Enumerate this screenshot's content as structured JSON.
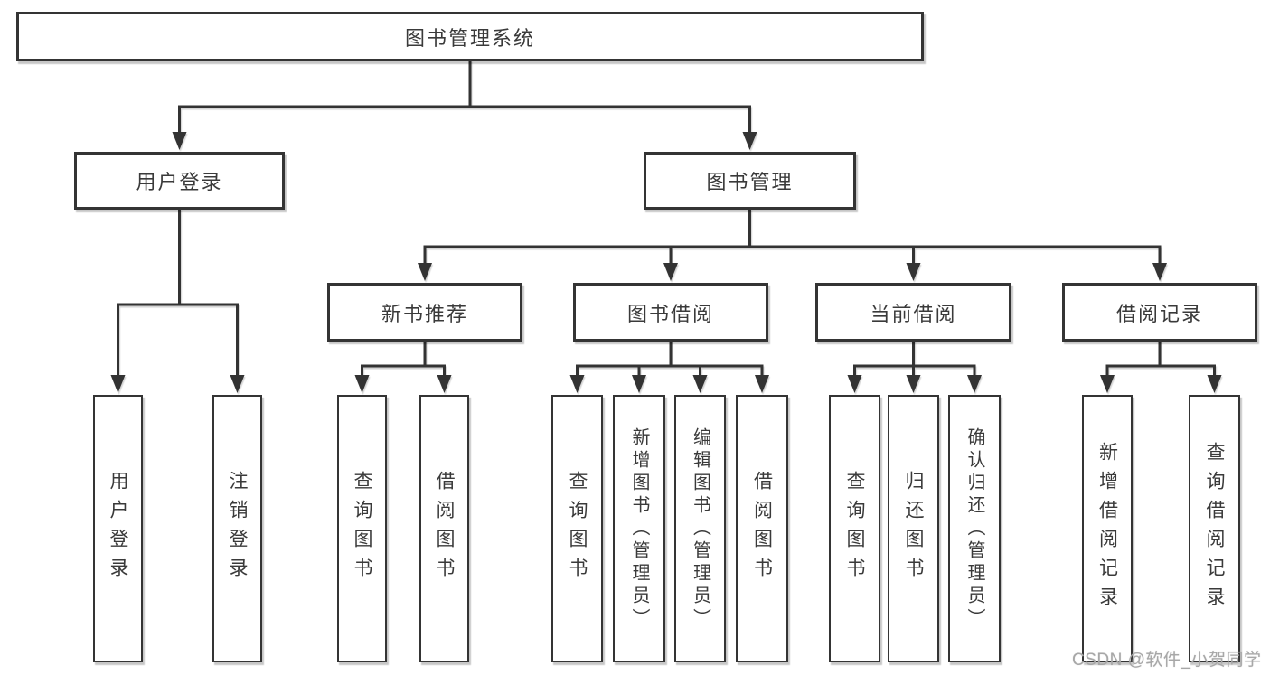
{
  "diagram": {
    "root": {
      "label": "图书管理系统"
    },
    "children": [
      {
        "label": "用户登录",
        "children": [
          {
            "label": "用户登录"
          },
          {
            "label": "注销登录"
          }
        ]
      },
      {
        "label": "图书管理",
        "children": [
          {
            "label": "新书推荐",
            "children": [
              {
                "label": "查询图书"
              },
              {
                "label": "借阅图书"
              }
            ]
          },
          {
            "label": "图书借阅",
            "children": [
              {
                "label": "查询图书"
              },
              {
                "label": "新增图书（管理员）"
              },
              {
                "label": "编辑图书（管理员）"
              },
              {
                "label": "借阅图书"
              }
            ]
          },
          {
            "label": "当前借阅",
            "children": [
              {
                "label": "查询图书"
              },
              {
                "label": "归还图书"
              },
              {
                "label": "确认归还（管理员）"
              }
            ]
          },
          {
            "label": "借阅记录",
            "children": [
              {
                "label": "新增借阅记录"
              },
              {
                "label": "查询借阅记录"
              }
            ]
          }
        ]
      }
    ]
  },
  "watermark": {
    "text": "CSDN @软件_小贺同学"
  },
  "colors": {
    "line": "#333333",
    "box_border": "#343434",
    "text": "#3a3a3a",
    "watermark": "#a7a7a7",
    "background": "#ffffff"
  }
}
